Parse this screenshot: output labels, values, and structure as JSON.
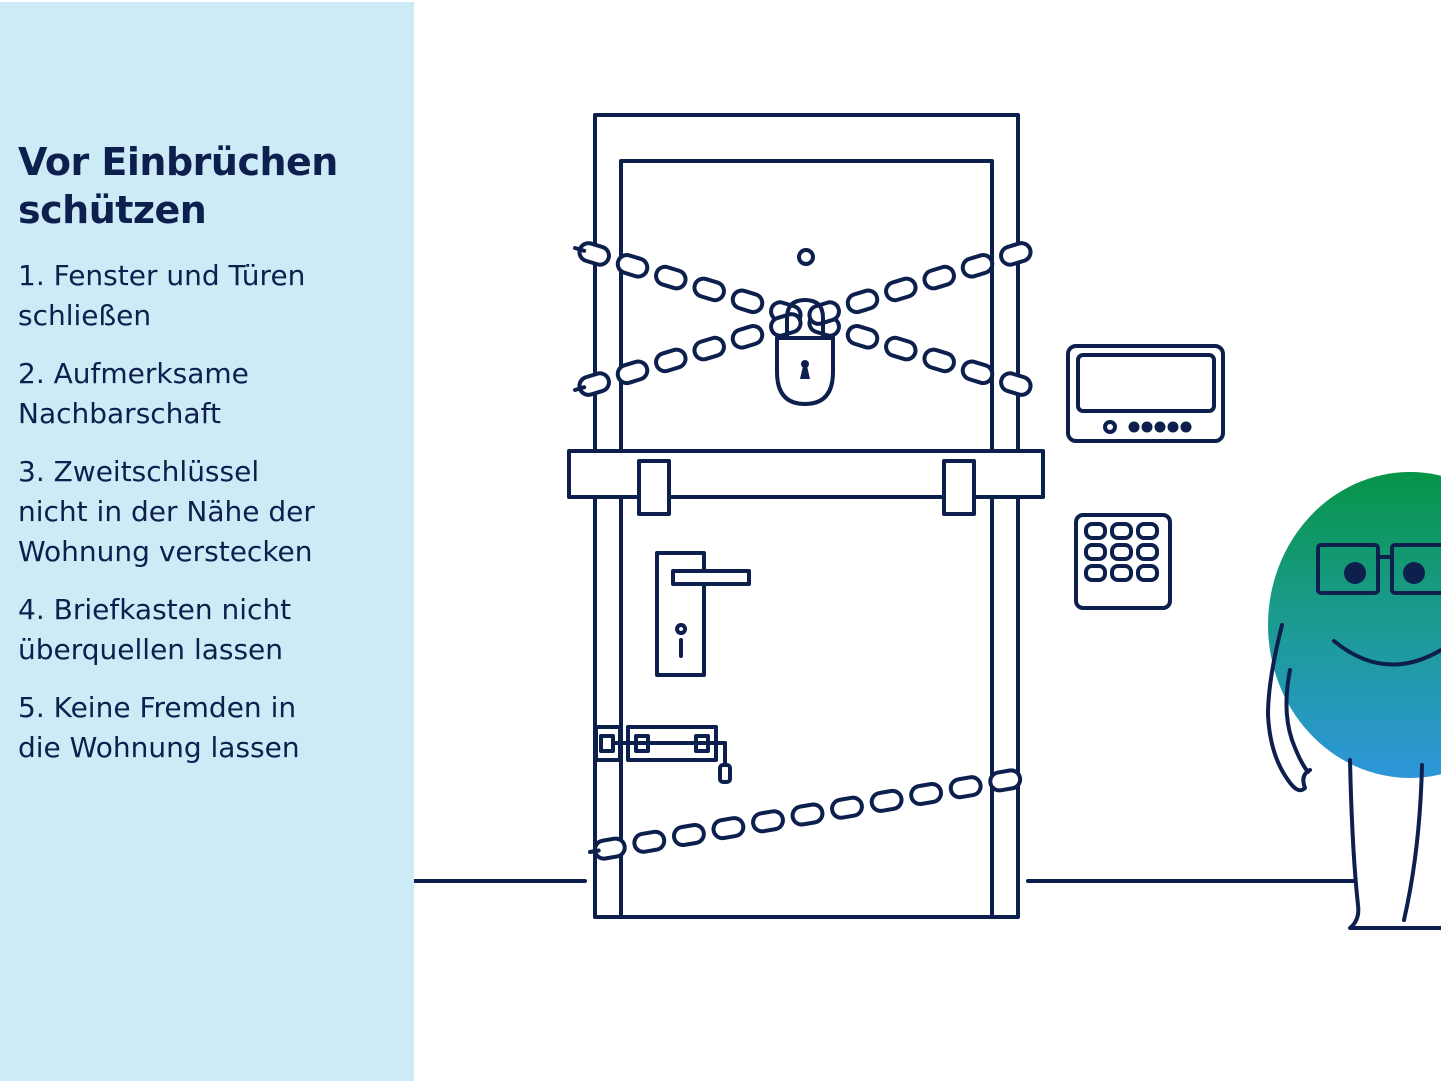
{
  "panel": {
    "title": "Vor Einbrüchen\nschützen",
    "tips": [
      "1. Fenster und Türen\nschließen",
      "2. Aufmerksame\nNachbarschaft",
      "3. Zweitschlüssel\nnicht in der Nähe der\nWohnung verstecken",
      "4. Briefkasten nicht\nüberquellen lassen",
      "5. Keine Fremden in\ndie Wohnung lassen"
    ]
  },
  "colors": {
    "panel_background": "#cdeaf7",
    "line": "#0c1f4d",
    "character_gradient_top": "#079447",
    "character_gradient_bottom": "#2e96da"
  },
  "icons": {
    "door": "door-icon",
    "padlock": "padlock-icon",
    "chain": "chain-icon",
    "alarm_panel": "alarm-display-icon",
    "keypad": "keypad-icon",
    "mascot": "smiling-character-icon"
  }
}
